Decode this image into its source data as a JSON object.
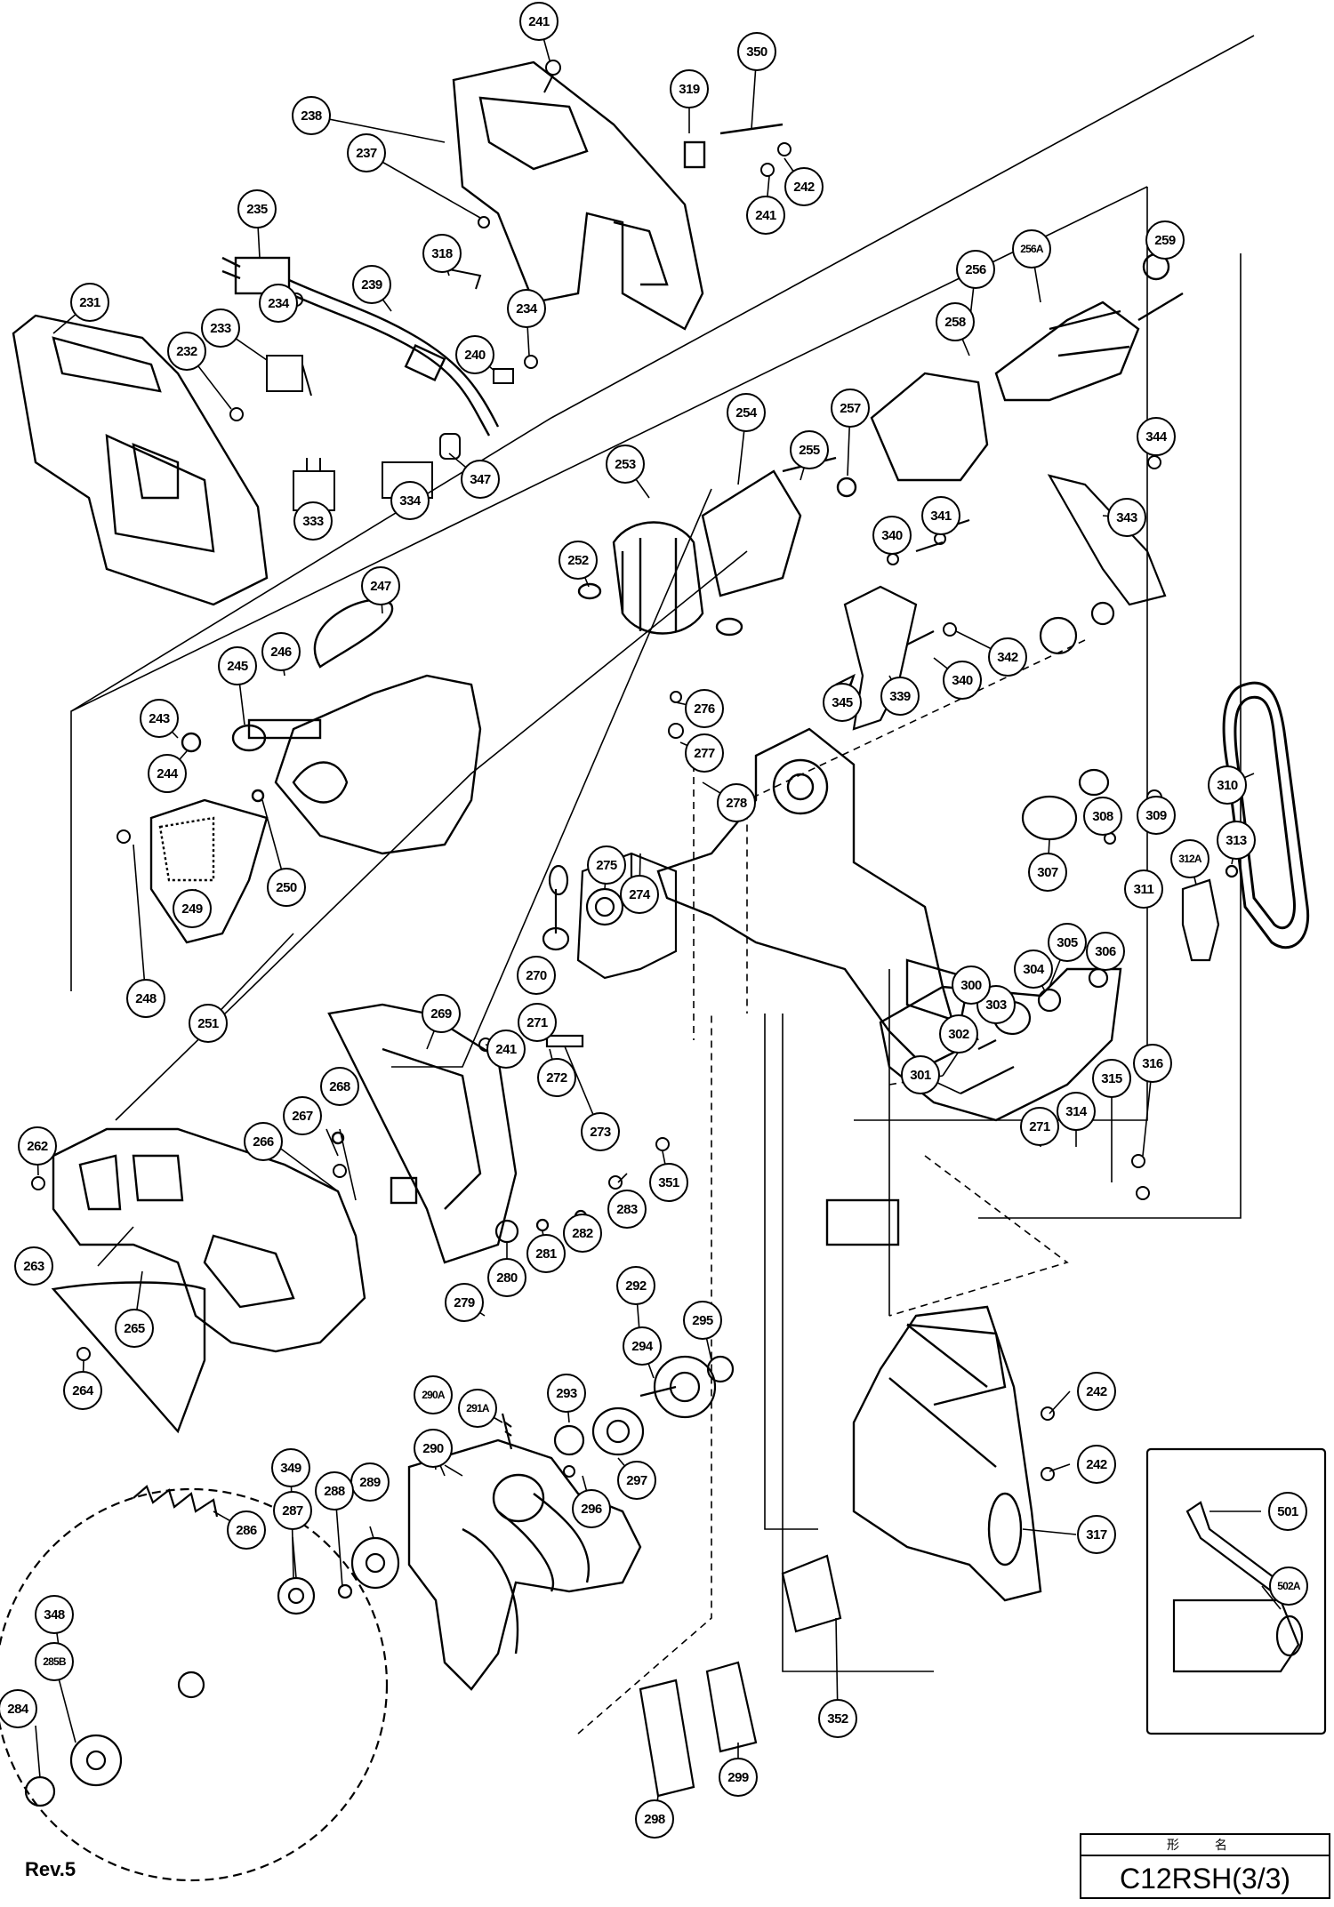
{
  "sheet": {
    "revision": "Rev.5",
    "title_header": "形 名",
    "model": "C12RSH(3/3)"
  },
  "part_labels": [
    "241",
    "350",
    "319",
    "238",
    "237",
    "242",
    "241",
    "235",
    "318",
    "239",
    "234",
    "231",
    "233",
    "232",
    "240",
    "234",
    "347",
    "334",
    "333",
    "256A",
    "259",
    "256",
    "258",
    "257",
    "255",
    "254",
    "253",
    "252",
    "344",
    "341",
    "340",
    "343",
    "342",
    "340",
    "339",
    "345",
    "247",
    "246",
    "245",
    "243",
    "244",
    "250",
    "249",
    "248",
    "251",
    "276",
    "277",
    "278",
    "310",
    "309",
    "308",
    "307",
    "313",
    "312A",
    "311",
    "306",
    "305",
    "304",
    "303",
    "302",
    "300",
    "301",
    "274",
    "275",
    "270",
    "271",
    "272",
    "273",
    "269",
    "241",
    "262",
    "267",
    "268",
    "266",
    "263",
    "265",
    "264",
    "283",
    "351",
    "316",
    "315",
    "314",
    "271",
    "282",
    "281",
    "280",
    "279",
    "292",
    "295",
    "294",
    "293",
    "297",
    "296",
    "291A",
    "290A",
    "290",
    "289",
    "288",
    "349",
    "287",
    "286",
    "348",
    "285B",
    "284",
    "242",
    "242",
    "317",
    "501",
    "502A",
    "352",
    "298",
    "299"
  ]
}
